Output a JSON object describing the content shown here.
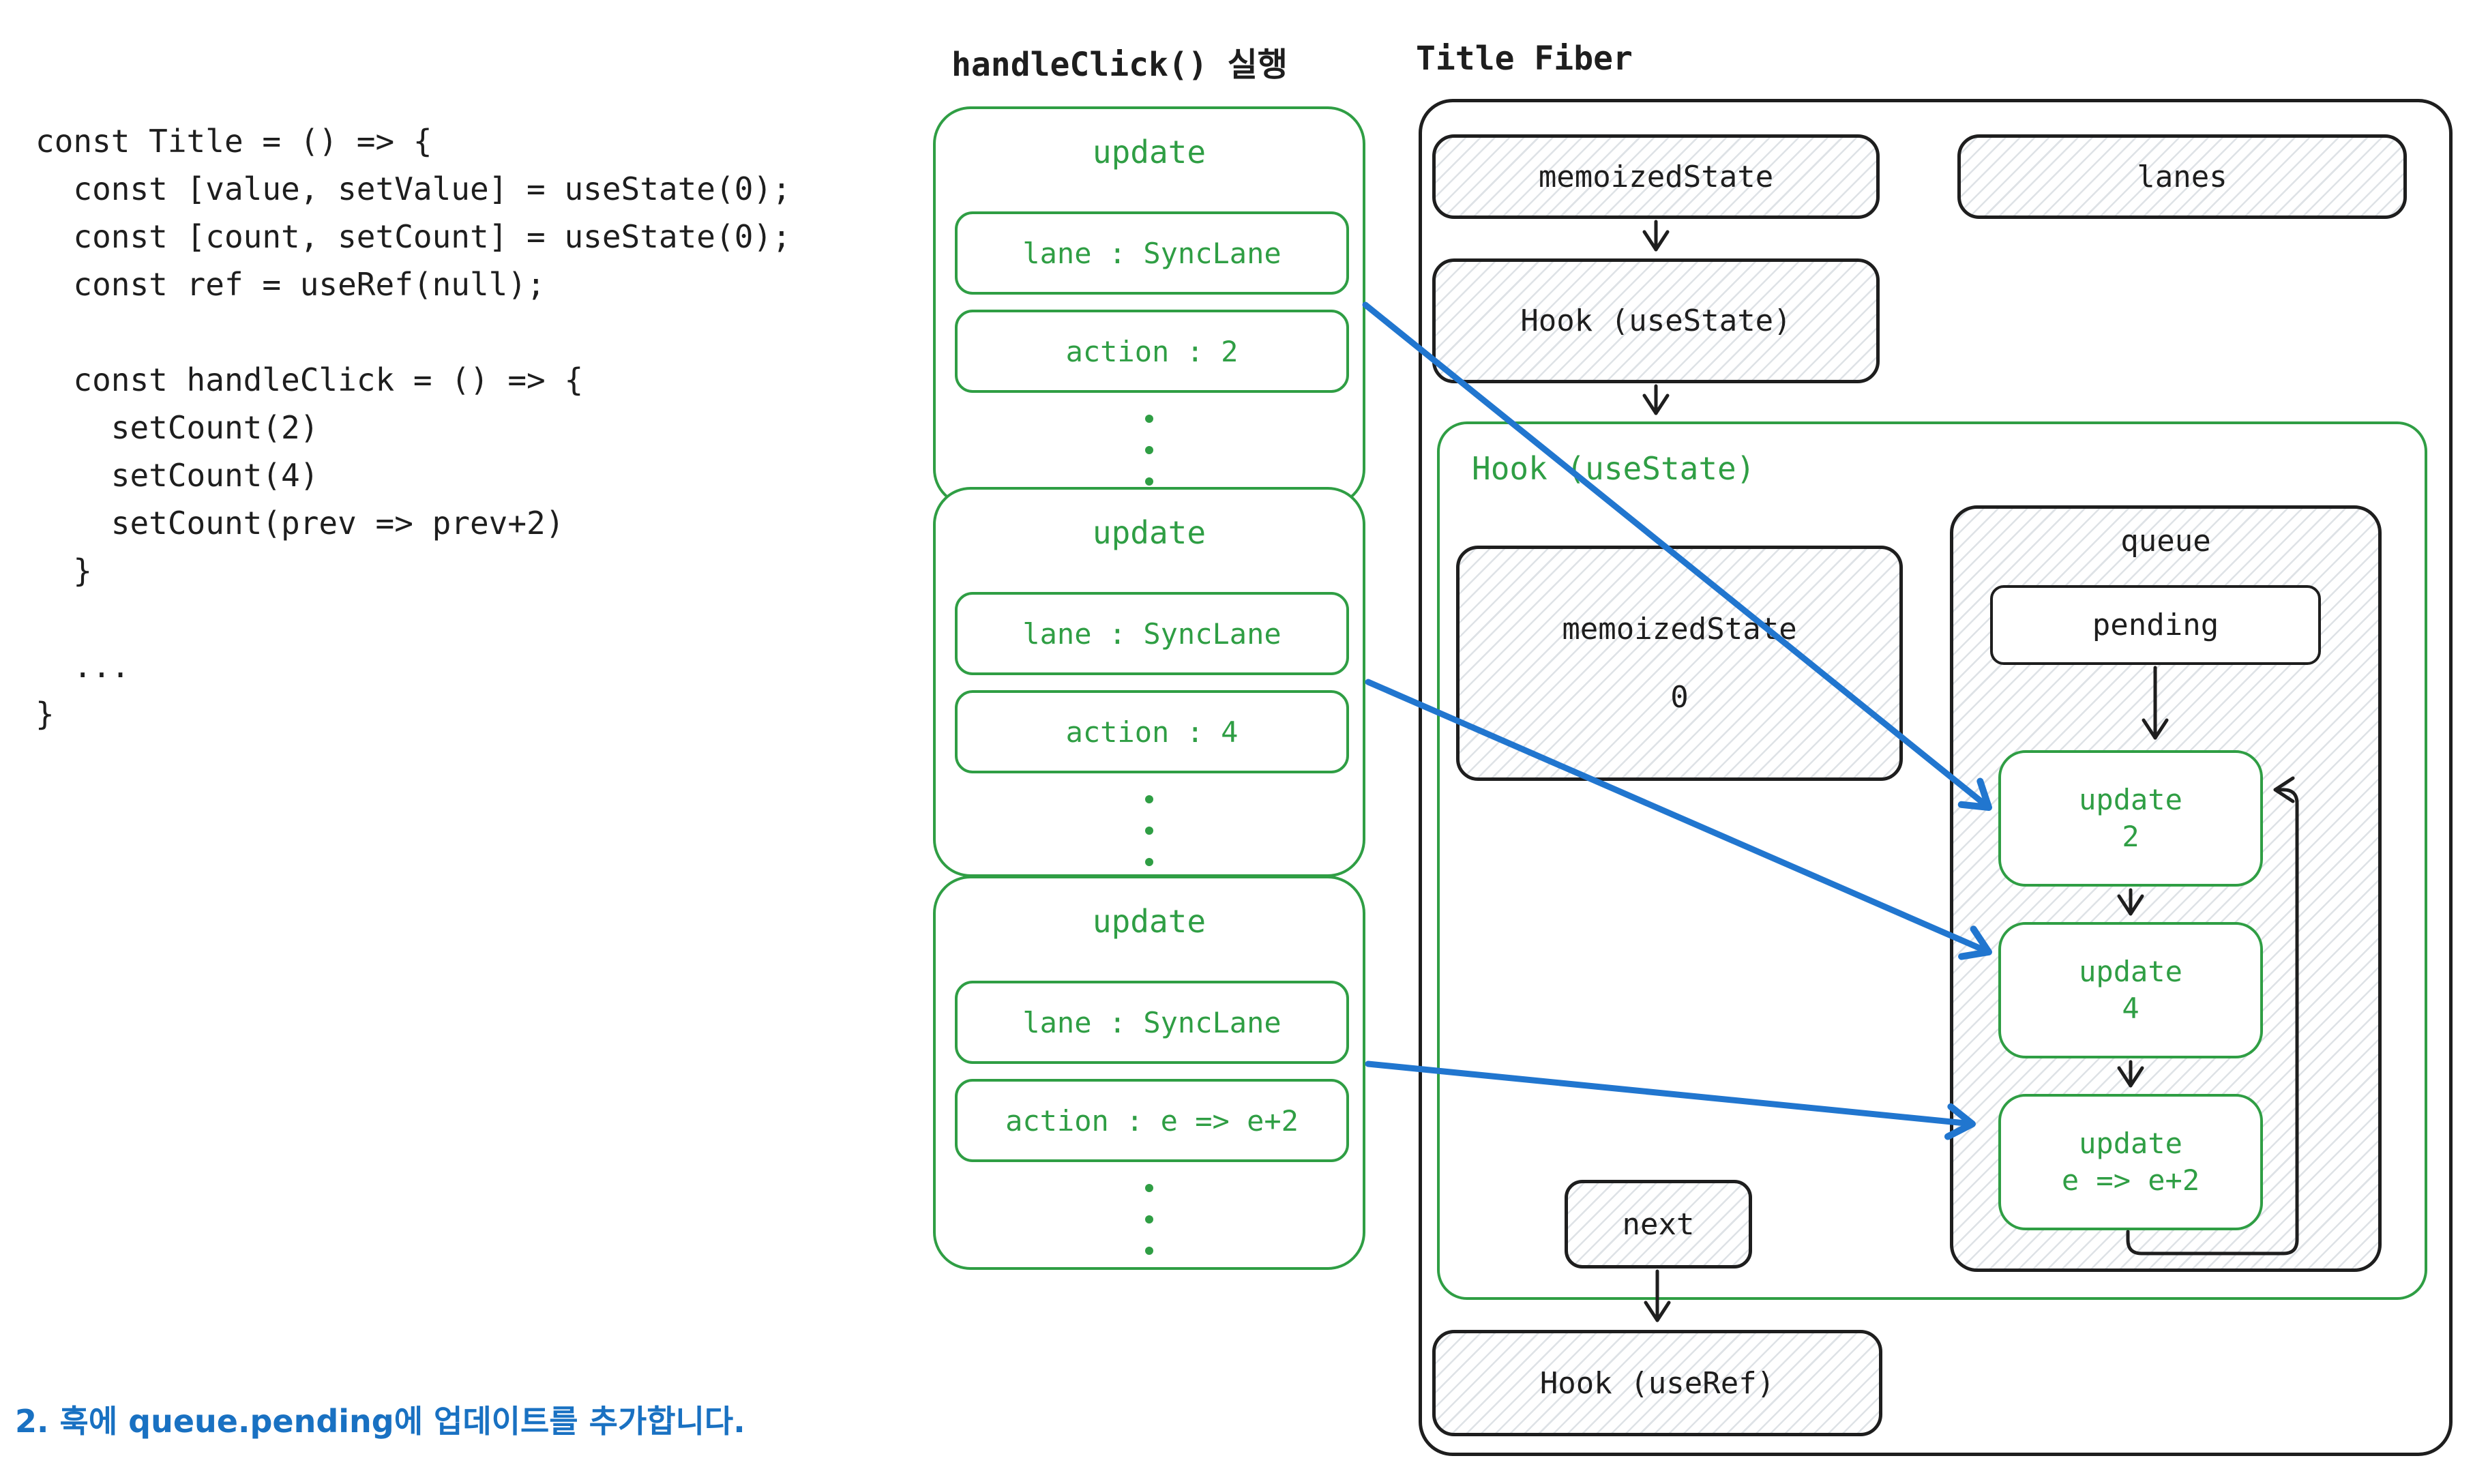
{
  "code": {
    "lines": [
      "const Title = () => {",
      "  const [value, setValue] = useState(0);",
      "  const [count, setCount] = useState(0);",
      "  const ref = useRef(null);",
      "",
      "  const handleClick = () => {",
      "    setCount(2)",
      "    setCount(4)",
      "    setCount(prev => prev+2)",
      "  }",
      "",
      "  ...",
      "}"
    ]
  },
  "middle": {
    "title": "handleClick() 실행",
    "updates": [
      {
        "title": "update",
        "lane": "lane : SyncLane",
        "action": "action : 2"
      },
      {
        "title": "update",
        "lane": "lane : SyncLane",
        "action": "action : 4"
      },
      {
        "title": "update",
        "lane": "lane : SyncLane",
        "action": "action : e => e+2"
      }
    ]
  },
  "fiber": {
    "title": "Title Fiber",
    "memoized_state_label": "memoizedState",
    "lanes_label": "lanes",
    "hook_usestate_label": "Hook (useState)",
    "green_hook_label": "Hook (useState)",
    "memoized_state_value": {
      "line1": "memoizedState",
      "line2": "0"
    },
    "queue_label": "queue",
    "pending_label": "pending",
    "queue_updates": [
      {
        "line1": "update",
        "line2": "2"
      },
      {
        "line1": "update",
        "line2": "4"
      },
      {
        "line1": "update",
        "line2": "e => e+2"
      }
    ],
    "next_label": "next",
    "hook_useref_label": "Hook (useRef)"
  },
  "caption": "2. 훅에 queue.pending에 업데이트를 추가합니다.",
  "colors": {
    "ink": "#1e1e1e",
    "green": "#2f9e44",
    "arrow_blue": "#2176cf",
    "caption_blue": "#1971c2"
  }
}
